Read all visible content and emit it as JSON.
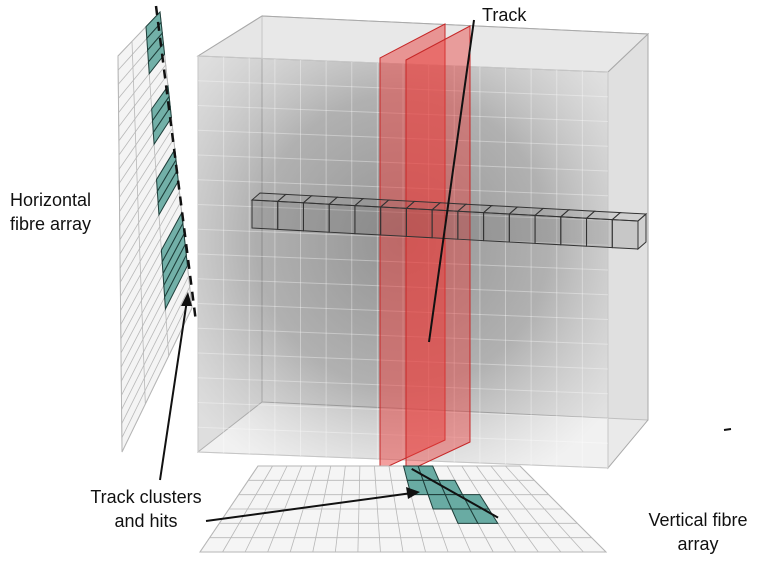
{
  "labels": {
    "track": "Track",
    "horizontal_array": [
      "Horizontal",
      "fibre array"
    ],
    "clusters": [
      "Track clusters",
      "and hits"
    ],
    "vertical_array": [
      "Vertical fibre",
      "array"
    ]
  },
  "colors": {
    "track_plane": "#e8403d",
    "hit_fill": "#5aa39a",
    "hit_stroke": "#1f3f3b",
    "grid_line": "#b8b8b8",
    "cube_tint": "#2c2c2c"
  }
}
